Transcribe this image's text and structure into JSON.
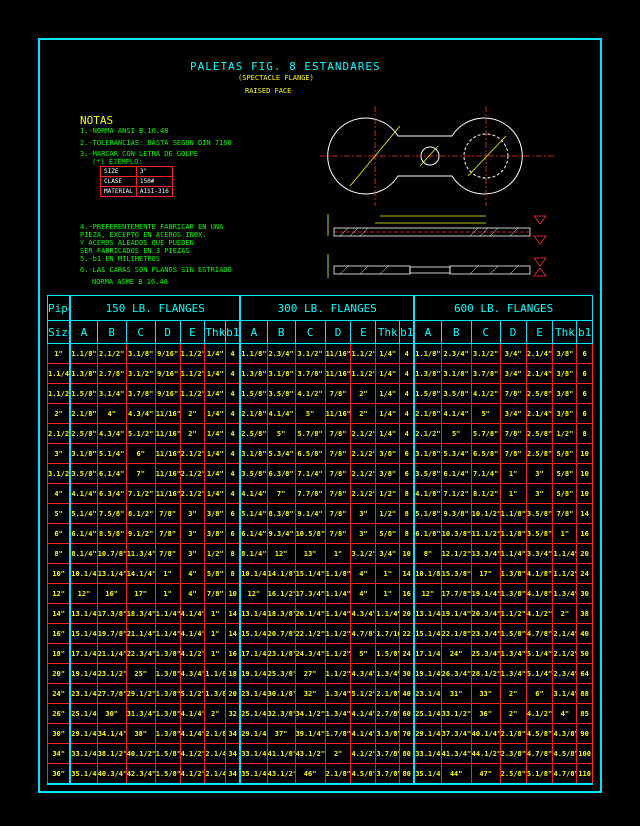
{
  "title": "PALETAS  FIG. 8  ESTANDARES",
  "subtitle": "(SPECTACLE  FLANGE)",
  "subtitle2": "RAISED  FACE",
  "notes": {
    "heading": "NOTAS",
    "n1": "1.-NORMA ANSI B.16.48",
    "n2": "2.-TOLERANCIAS: BASTA SEGUN DIN 7168",
    "n3": "3.-MARCAR CON LETRA DE GOLPE",
    "n3b": "(*) EJEMPLO:",
    "example": [
      {
        "k": "SIZE",
        "v": "3\""
      },
      {
        "k": "CLASE",
        "v": "150#"
      },
      {
        "k": "MATERIAL",
        "v": "AISI-316"
      }
    ],
    "n4": [
      "4.-PREFERENTEMENTE FABRICAR EN UNA",
      "   PIEZA, EXCEPTO EN ACEROS INOX.",
      "   Y ACEROS ALEADOS QUE PUEDEN",
      "   SER FABRICADOS EN 3 PIEZAS"
    ],
    "n5": "5.-b1 EN MILIMETROS",
    "n6": "6.-LAS CARAS SON PLANOS SIN ESTRIADO",
    "n6b": "NORMA ASME B 16.48"
  },
  "table": {
    "pipe_label": "Pipe",
    "size_label": "Size",
    "groups": [
      "150  LB.   FLANGES",
      "300  LB.   FLANGES",
      "600  LB.   FLANGES"
    ],
    "cols": [
      "A",
      "B",
      "C",
      "D",
      "E",
      "Thk",
      "b1"
    ],
    "rows": [
      {
        "size": "1\"",
        "c150": [
          "1.1/8\"",
          "2.1/2\"",
          "3.1/8\"",
          "9/16\"",
          "1.1/2\"",
          "1/4\"",
          "4"
        ],
        "c300": [
          "1.1/8\"",
          "2.3/4\"",
          "3.1/2\"",
          "11/16\"",
          "1.1/2\"",
          "1/4\"",
          "4"
        ],
        "c600": [
          "1.1/8\"",
          "2.3/4\"",
          "3.1/2\"",
          "3/4\"",
          "2.1/4\"",
          "3/8\"",
          "6"
        ]
      },
      {
        "size": "1.1/4\"",
        "c150": [
          "1.3/8\"",
          "2.7/8\"",
          "3.1/2\"",
          "9/16\"",
          "1.1/2\"",
          "1/4\"",
          "4"
        ],
        "c300": [
          "1.3/8\"",
          "3.1/8\"",
          "3.7/8\"",
          "11/16\"",
          "1.1/2\"",
          "1/4\"",
          "4"
        ],
        "c600": [
          "1.3/8\"",
          "3.1/8\"",
          "3.7/8\"",
          "3/4\"",
          "2.1/4\"",
          "3/8\"",
          "6"
        ]
      },
      {
        "size": "1.1/2\"",
        "c150": [
          "1.5/8\"",
          "3.1/4\"",
          "3.7/8\"",
          "9/16\"",
          "1.1/2\"",
          "1/4\"",
          "4"
        ],
        "c300": [
          "1.5/8\"",
          "3.5/8\"",
          "4.1/2\"",
          "7/8\"",
          "2\"",
          "1/4\"",
          "4"
        ],
        "c600": [
          "1.5/8\"",
          "3.5/8\"",
          "4.1/2\"",
          "7/8\"",
          "2.5/8\"",
          "3/8\"",
          "6"
        ]
      },
      {
        "size": "2\"",
        "c150": [
          "2.1/8\"",
          "4\"",
          "4.3/4\"",
          "11/16\"",
          "2\"",
          "1/4\"",
          "4"
        ],
        "c300": [
          "2.1/8\"",
          "4.1/4\"",
          "5\"",
          "11/16\"",
          "2\"",
          "1/4\"",
          "4"
        ],
        "c600": [
          "2.1/8\"",
          "4.1/4\"",
          "5\"",
          "3/4\"",
          "2.1/4\"",
          "3/8\"",
          "6"
        ]
      },
      {
        "size": "2.1/2\"",
        "c150": [
          "2.5/8\"",
          "4.3/4\"",
          "5.1/2\"",
          "11/16\"",
          "2\"",
          "1/4\"",
          "4"
        ],
        "c300": [
          "2.5/8\"",
          "5\"",
          "5.7/8\"",
          "7/8\"",
          "2.1/2\"",
          "1/4\"",
          "4"
        ],
        "c600": [
          "2.1/2\"",
          "5\"",
          "5.7/8\"",
          "7/8\"",
          "2.5/8\"",
          "1/2\"",
          "8"
        ]
      },
      {
        "size": "3\"",
        "c150": [
          "3.1/8\"",
          "5.1/4\"",
          "6\"",
          "11/16\"",
          "2.1/2\"",
          "1/4\"",
          "4"
        ],
        "c300": [
          "3.1/8\"",
          "5.3/4\"",
          "6.5/8\"",
          "7/8\"",
          "2.1/2\"",
          "3/8\"",
          "6"
        ],
        "c600": [
          "3.1/8\"",
          "5.3/4\"",
          "6.5/8\"",
          "7/8\"",
          "2.5/8\"",
          "5/8\"",
          "10"
        ]
      },
      {
        "size": "3.1/2\"",
        "c150": [
          "3.5/8\"",
          "6.1/4\"",
          "7\"",
          "11/16\"",
          "2.1/2\"",
          "1/4\"",
          "4"
        ],
        "c300": [
          "3.5/8\"",
          "6.3/8\"",
          "7.1/4\"",
          "7/8\"",
          "2.1/2\"",
          "3/8\"",
          "6"
        ],
        "c600": [
          "3.5/8\"",
          "6.1/4\"",
          "7.1/4\"",
          "1\"",
          "3\"",
          "5/8\"",
          "10"
        ]
      },
      {
        "size": "4\"",
        "c150": [
          "4.1/4\"",
          "6.3/4\"",
          "7.1/2\"",
          "11/16\"",
          "2.1/2\"",
          "1/4\"",
          "4"
        ],
        "c300": [
          "4.1/4\"",
          "7\"",
          "7.7/8\"",
          "7/8\"",
          "2.1/2\"",
          "1/2\"",
          "8"
        ],
        "c600": [
          "4.1/8\"",
          "7.1/2\"",
          "8.1/2\"",
          "1\"",
          "3\"",
          "5/8\"",
          "10"
        ]
      },
      {
        "size": "5\"",
        "c150": [
          "5.1/4\"",
          "7.5/8\"",
          "8.1/2\"",
          "7/8\"",
          "3\"",
          "3/8\"",
          "6"
        ],
        "c300": [
          "5.1/4\"",
          "8.3/8\"",
          "9.1/4\"",
          "7/8\"",
          "3\"",
          "1/2\"",
          "8"
        ],
        "c600": [
          "5.1/8\"",
          "9.3/8\"",
          "10.1/2\"",
          "1.1/8\"",
          "3.5/8\"",
          "7/8\"",
          "14"
        ]
      },
      {
        "size": "6\"",
        "c150": [
          "6.1/4\"",
          "8.5/8\"",
          "9.1/2\"",
          "7/8\"",
          "3\"",
          "3/8\"",
          "6"
        ],
        "c300": [
          "6.1/4\"",
          "9.3/4\"",
          "10.5/8\"",
          "7/8\"",
          "3\"",
          "5/8\"",
          "8"
        ],
        "c600": [
          "6.1/8\"",
          "10.3/8\"",
          "11.1/2\"",
          "1.1/8\"",
          "3.5/8\"",
          "1\"",
          "16"
        ]
      },
      {
        "size": "8\"",
        "c150": [
          "8.1/4\"",
          "10.7/8\"",
          "11.3/4\"",
          "7/8\"",
          "3\"",
          "1/2\"",
          "8"
        ],
        "c300": [
          "8.1/4\"",
          "12\"",
          "13\"",
          "1\"",
          "3.1/2\"",
          "3/4\"",
          "10"
        ],
        "c600": [
          "8\"",
          "12.1/2\"",
          "13.3/4\"",
          "1.1/4\"",
          "3.3/4\"",
          "1.1/4\"",
          "20"
        ]
      },
      {
        "size": "10\"",
        "c150": [
          "10.1/4\"",
          "13.1/4\"",
          "14.1/4\"",
          "1\"",
          "4\"",
          "5/8\"",
          "8"
        ],
        "c300": [
          "10.1/4\"",
          "14.1/8\"",
          "15.1/4\"",
          "1.1/8\"",
          "4\"",
          "1\"",
          "14"
        ],
        "c600": [
          "10.1/8\"",
          "15.3/8\"",
          "17\"",
          "1.3/8\"",
          "4.1/8\"",
          "1.1/2\"",
          "24"
        ]
      },
      {
        "size": "12\"",
        "c150": [
          "12\"",
          "16\"",
          "17\"",
          "1\"",
          "4\"",
          "7/8\"",
          "10"
        ],
        "c300": [
          "12\"",
          "16.1/2\"",
          "17.3/4\"",
          "1.1/4\"",
          "4\"",
          "1\"",
          "16"
        ],
        "c600": [
          "12\"",
          "17.7/8\"",
          "19.1/4\"",
          "1.3/8\"",
          "4.1/8\"",
          "1.3/4\"",
          "30"
        ]
      },
      {
        "size": "14\"",
        "c150": [
          "13.1/4\"",
          "17.3/8\"",
          "18.3/4\"",
          "1.1/4\"",
          "4.1/4\"",
          "1\"",
          "14"
        ],
        "c300": [
          "13.1/4\"",
          "18.3/8\"",
          "20.1/4\"",
          "1.1/4\"",
          "4.3/4\"",
          "1.1/4\"",
          "20"
        ],
        "c600": [
          "13.1/4\"",
          "19.1/4\"",
          "20.3/4\"",
          "1.1/2\"",
          "4.1/2\"",
          "2\"",
          "38"
        ]
      },
      {
        "size": "16\"",
        "c150": [
          "15.1/4\"",
          "19.7/8\"",
          "21.1/4\"",
          "1.1/4\"",
          "4.1/4\"",
          "1\"",
          "14"
        ],
        "c300": [
          "15.1/4\"",
          "20.7/8\"",
          "22.1/2\"",
          "1.1/2\"",
          "4.7/8\"",
          "1.7/16\"",
          "22"
        ],
        "c600": [
          "15.1/4\"",
          "22.1/8\"",
          "23.3/4\"",
          "1.5/8\"",
          "4.7/8\"",
          "2.1/4\"",
          "40"
        ]
      },
      {
        "size": "18\"",
        "c150": [
          "17.1/4\"",
          "21.1/4\"",
          "22.3/4\"",
          "1.3/8\"",
          "4.1/2\"",
          "1\"",
          "16"
        ],
        "c300": [
          "17.1/4\"",
          "23.1/8\"",
          "24.3/4\"",
          "1.1/2\"",
          "5\"",
          "1.5/8\"",
          "24"
        ],
        "c600": [
          "17.1/4\"",
          "24\"",
          "25.3/4\"",
          "1.3/4\"",
          "5.1/4\"",
          "2.1/2\"",
          "50"
        ]
      },
      {
        "size": "20\"",
        "c150": [
          "19.1/4\"",
          "23.1/2\"",
          "25\"",
          "1.3/8\"",
          "4.3/4\"",
          "1.1/8\"",
          "18"
        ],
        "c300": [
          "19.1/4\"",
          "25.3/8\"",
          "27\"",
          "1.1/2\"",
          "4.3/4\"",
          "1.3/4\"",
          "30"
        ],
        "c600": [
          "19.1/4\"",
          "26.3/4\"",
          "28.1/2\"",
          "1.3/4\"",
          "5.1/4\"",
          "2.3/4\"",
          "64"
        ]
      },
      {
        "size": "24\"",
        "c150": [
          "23.1/4\"",
          "27.7/8\"",
          "29.1/2\"",
          "1.3/8\"",
          "5.1/2\"",
          "1.3/8\"",
          "20"
        ],
        "c300": [
          "23.1/4\"",
          "30.1/8\"",
          "32\"",
          "1.3/4\"",
          "5.1/2\"",
          "2.1/8\"",
          "40"
        ],
        "c600": [
          "23.1/4\"",
          "31\"",
          "33\"",
          "2\"",
          "6\"",
          "3.1/4\"",
          "88"
        ]
      },
      {
        "size": "26\"",
        "c150": [
          "25.1/4\"",
          "30\"",
          "31.3/4\"",
          "1.3/8\"",
          "4.1/4\"",
          "2\"",
          "32"
        ],
        "c300": [
          "25.1/4\"",
          "32.3/8\"",
          "34.1/2\"",
          "1.3/4\"",
          "4.1/4\"",
          "2.7/8\"",
          "60"
        ],
        "c600": [
          "25.1/4\"",
          "33.1/2\"",
          "36\"",
          "2\"",
          "4.1/2\"",
          "4\"",
          "85"
        ]
      },
      {
        "size": "30\"",
        "c150": [
          "29.1/4\"",
          "34.1/4\"",
          "38\"",
          "1.3/8\"",
          "4.1/4\"",
          "2.1/8\"",
          "34"
        ],
        "c300": [
          "29.1/4\"",
          "37\"",
          "39.1/4\"",
          "1.7/8\"",
          "4.1/4\"",
          "3.3/8\"",
          "70"
        ],
        "c600": [
          "29.1/4\"",
          "37.3/4\"",
          "40.1/4\"",
          "2.1/8\"",
          "4.5/8\"",
          "4.3/8\"",
          "90"
        ]
      },
      {
        "size": "34\"",
        "c150": [
          "33.1/4\"",
          "38.1/2\"",
          "40.1/2\"",
          "1.5/8\"",
          "4.1/2\"",
          "2.1/4\"",
          "34"
        ],
        "c300": [
          "33.1/4\"",
          "41.1/8\"",
          "43.1/2\"",
          "2\"",
          "4.1/2\"",
          "3.7/8\"",
          "80"
        ],
        "c600": [
          "33.1/4\"",
          "41.3/4\"",
          "44.1/2\"",
          "2.3/8\"",
          "4.7/8\"",
          "4.5/8\"",
          "100"
        ]
      },
      {
        "size": "36\"",
        "c150": [
          "35.1/4\"",
          "40.3/4\"",
          "42.3/4\"",
          "1.5/8\"",
          "4.1/2\"",
          "2.1/4\"",
          "34"
        ],
        "c300": [
          "35.1/4\"",
          "43.1/2\"",
          "46\"",
          "2.1/8\"",
          "4.5/8\"",
          "3.7/8\"",
          "80"
        ],
        "c600": [
          "35.1/4\"",
          "44\"",
          "47\"",
          "2.5/8\"",
          "5.1/8\"",
          "4.7/8\"",
          "110"
        ]
      }
    ]
  },
  "colors": {
    "frame": "#00e5ff",
    "grid": "#ff2020",
    "text": "#ffff00",
    "notes": "#00ff00",
    "drawing": "#ffffff"
  }
}
